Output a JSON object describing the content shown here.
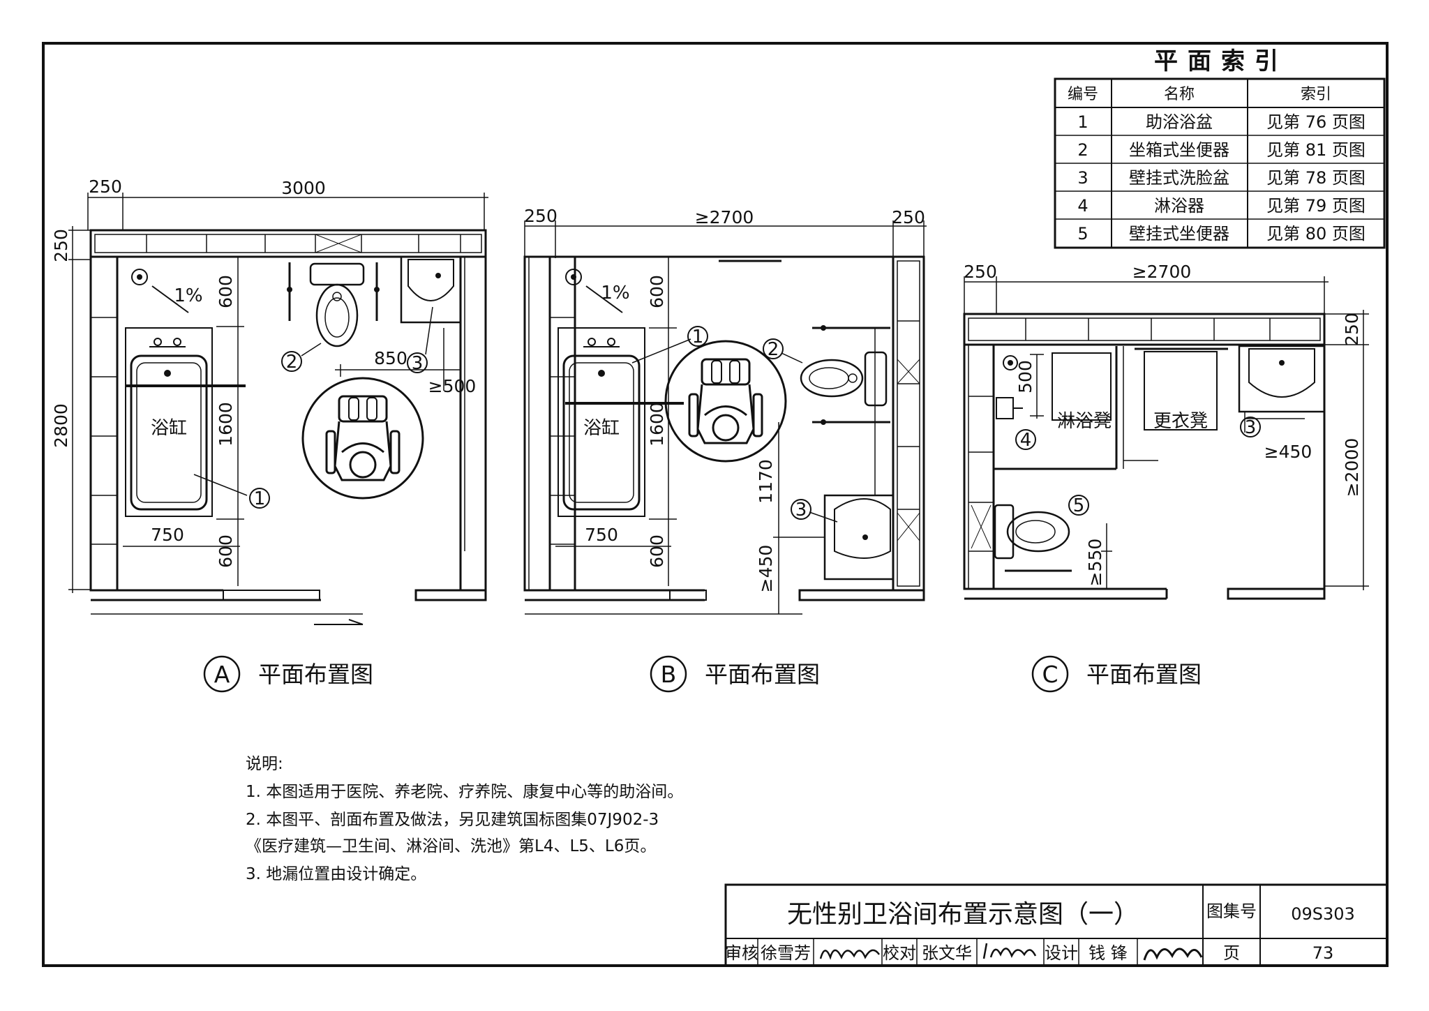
{
  "index_table": {
    "title": "平面索引",
    "headers": [
      "编号",
      "名称",
      "索引"
    ],
    "rows": [
      {
        "no": "1",
        "name": "助浴浴盆",
        "ref": "见第 76 页图"
      },
      {
        "no": "2",
        "name": "坐箱式坐便器",
        "ref": "见第 81 页图"
      },
      {
        "no": "3",
        "name": "壁挂式洗脸盆",
        "ref": "见第 78 页图"
      },
      {
        "no": "4",
        "name": "淋浴器",
        "ref": "见第 79 页图"
      },
      {
        "no": "5",
        "name": "壁挂式坐便器",
        "ref": "见第 80 页图"
      }
    ]
  },
  "plan_a": {
    "marker": "A",
    "caption": "平面布置图",
    "dims": {
      "left_wall": "250",
      "width": "3000",
      "top_wall": "250",
      "height": "2800",
      "top_gap": "600",
      "tub_len": "1600",
      "bottom_gap": "600",
      "tub_w": "750",
      "basin_gap": "850",
      "min_side": "≥500"
    },
    "slope": "1%",
    "tub_label": "浴缸",
    "tags": [
      "1",
      "2",
      "3"
    ]
  },
  "plan_b": {
    "marker": "B",
    "caption": "平面布置图",
    "dims": {
      "left_wall": "250",
      "width": "≥2700",
      "right_wall": "250",
      "top_gap": "600",
      "tub_len": "1600",
      "bottom_gap": "600",
      "tub_w": "750",
      "basin_gap": "1170",
      "min_front": "≥450"
    },
    "slope": "1%",
    "tub_label": "浴缸",
    "tags": [
      "1",
      "2",
      "3"
    ]
  },
  "plan_c": {
    "marker": "C",
    "caption": "平面布置图",
    "dims": {
      "left_wall": "250",
      "width": "≥2700",
      "top_wall": "250",
      "height": "≥2000",
      "shower_gap": "500",
      "basin_side": "≥450",
      "wc_front": "≥550"
    },
    "shower_bench": "淋浴凳",
    "changing_bench": "更衣凳",
    "tags": [
      "4",
      "5",
      "3"
    ]
  },
  "notes": {
    "heading": "说明:",
    "items": [
      "1. 本图适用于医院、养老院、疗养院、康复中心等的助浴间。",
      "2. 本图平、剖面布置及做法，另见建筑国标图集07J902-3",
      "《医疗建筑—卫生间、淋浴间、洗池》第L4、L5、L6页。",
      "3. 地漏位置由设计确定。"
    ]
  },
  "title_block": {
    "title": "无性别卫浴间布置示意图（一）",
    "atlas_label": "图集号",
    "atlas_no": "09S303",
    "page_label": "页",
    "page_no": "73",
    "review_label": "审核",
    "reviewer": "徐雪芳",
    "check_label": "校对",
    "checker": "张文华",
    "design_label": "设计",
    "designer": "钱 锋"
  }
}
